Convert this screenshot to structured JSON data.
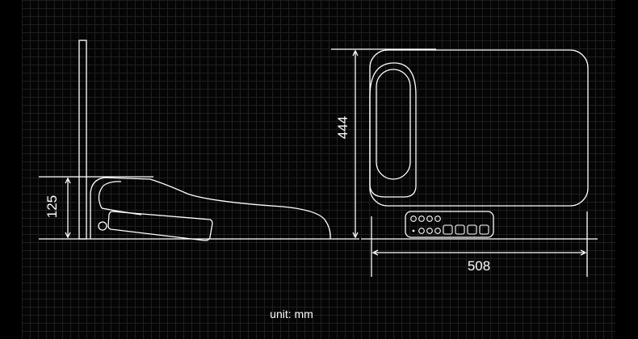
{
  "dimensions": {
    "side_height": "125",
    "front_height": "444",
    "front_width": "508"
  },
  "unit_label": "unit: mm",
  "colors": {
    "background": "#000000",
    "grid": "#1f1f1f",
    "line": "#ffffff"
  }
}
